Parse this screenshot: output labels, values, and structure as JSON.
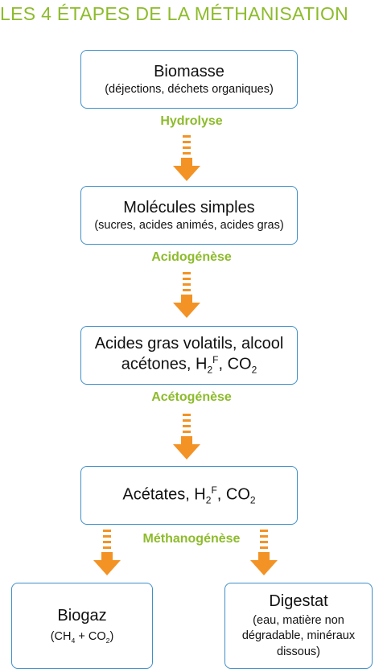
{
  "title": "LES 4 ÉTAPES DE LA MÉTHANISATION",
  "boxes": {
    "biomasse": {
      "main": "Biomasse",
      "sub": "(déjections, déchets organiques)"
    },
    "molecules": {
      "main": "Molécules simples",
      "sub": "(sucres, acides animés, acides gras)"
    },
    "acides": {
      "line1": "Acides gras volatils, alcool",
      "line2_pre": "acétones, H",
      "line2_h_sub": "2",
      "line2_h_sup": "F",
      "line2_post": ", CO",
      "line2_co_sub": "2"
    },
    "acetates": {
      "pre": "Acétates, H",
      "h_sub": "2",
      "h_sup": "F",
      "post": ", CO",
      "co_sub": "2"
    },
    "biogaz": {
      "main": "Biogaz",
      "sub_pre": "(CH",
      "sub_ch_sub": "4",
      "sub_mid": " + CO",
      "sub_co_sub": "2",
      "sub_post": ")"
    },
    "digestat": {
      "main": "Digestat",
      "sub": "(eau, matière non dégradable, minéraux dissous)"
    }
  },
  "steps": {
    "hydrolyse": "Hydrolyse",
    "acidogenese": "Acidogénèse",
    "acetogenese": "Acétogénèse",
    "methanogenese": "Méthanogénèse"
  },
  "colors": {
    "title": "#8dbb2c",
    "step": "#8dbb2c",
    "box_border": "#3f8fc9",
    "arrow": "#f39325"
  }
}
